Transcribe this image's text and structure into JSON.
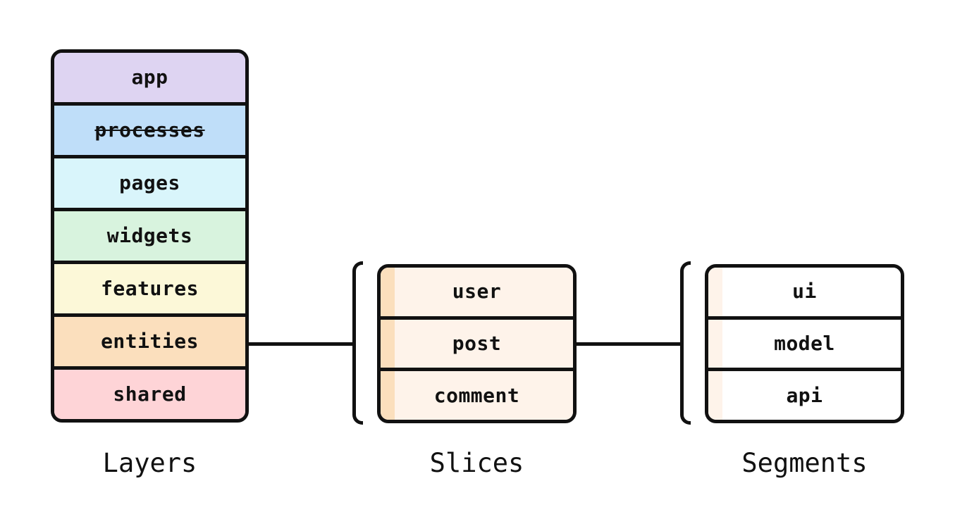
{
  "diagram": {
    "title": "feature-sliced-design-structure",
    "background_color": "#ffffff",
    "stroke_color": "#111111",
    "text_color": "#111111"
  },
  "layers": {
    "caption": "Layers",
    "rows": [
      {
        "label": "app",
        "color": "#ded4f2",
        "strikethrough": false
      },
      {
        "label": "processes",
        "color": "#bfdef9",
        "strikethrough": true
      },
      {
        "label": "pages",
        "color": "#d9f5fb",
        "strikethrough": false
      },
      {
        "label": "widgets",
        "color": "#d8f3de",
        "strikethrough": false
      },
      {
        "label": "features",
        "color": "#fcf8d8",
        "strikethrough": false
      },
      {
        "label": "entities",
        "color": "#fbdfbd",
        "strikethrough": false
      },
      {
        "label": "shared",
        "color": "#fed4d7",
        "strikethrough": false
      }
    ]
  },
  "slices": {
    "caption": "Slices",
    "strip_color": "#fbdfbd",
    "fill_color": "#fef3ea",
    "rows": [
      {
        "label": "user"
      },
      {
        "label": "post"
      },
      {
        "label": "comment"
      }
    ]
  },
  "segments": {
    "caption": "Segments",
    "strip_color": "#fef3ea",
    "fill_color": "#ffffff",
    "rows": [
      {
        "label": "ui"
      },
      {
        "label": "model"
      },
      {
        "label": "api"
      }
    ]
  }
}
